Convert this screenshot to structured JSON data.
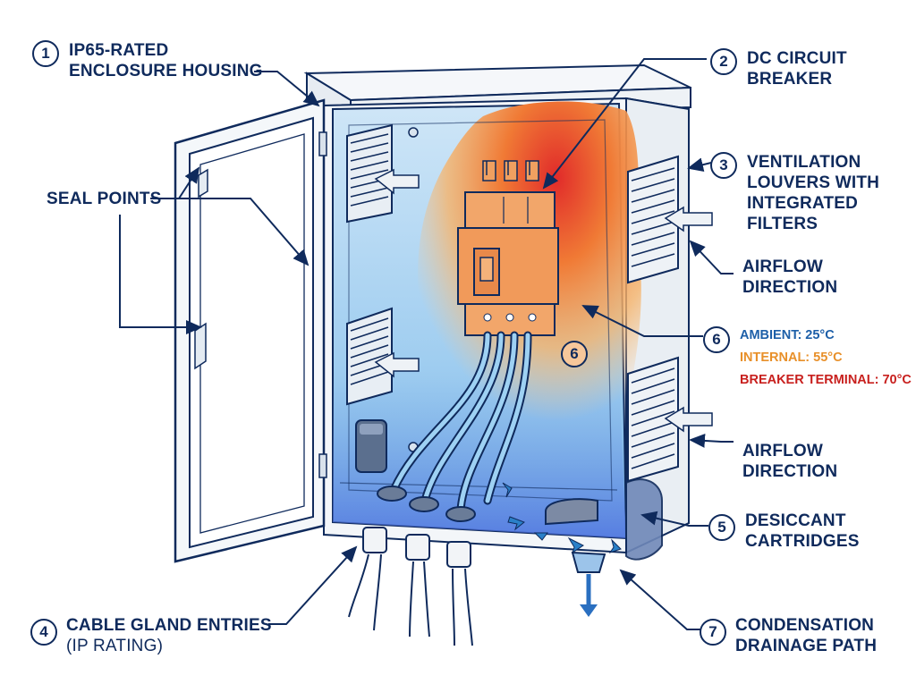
{
  "labels": {
    "housing": {
      "num": "1",
      "line1": "IP65-RATED",
      "line2": "ENCLOSURE HOUSING"
    },
    "breaker": {
      "num": "2",
      "line1": "DC CIRCUIT",
      "line2": "BREAKER"
    },
    "louvers": {
      "num": "3",
      "line1": "VENTILATION",
      "line2": "LOUVERS WITH",
      "line3": "INTEGRATED",
      "line4": "FILTERS"
    },
    "glands": {
      "num": "4",
      "line1": "CABLE GLAND ENTRIES",
      "line2": "(IP RATING)"
    },
    "desiccant": {
      "num": "5",
      "line1": "DESICCANT",
      "line2": "CARTRIDGES"
    },
    "thermal": {
      "num": "6",
      "inner_num": "6"
    },
    "drainage": {
      "num": "7",
      "line1": "CONDENSATION",
      "line2": "DRAINAGE PATH"
    },
    "seal_points": "SEAL POINTS",
    "airflow_top": {
      "line1": "AIRFLOW",
      "line2": "DIRECTION"
    },
    "airflow_bottom": {
      "line1": "AIRFLOW",
      "line2": "DIRECTION"
    }
  },
  "temperatures": [
    {
      "label": "AMBIENT: 25°C",
      "color": "#1d5fa8"
    },
    {
      "label": "INTERNAL: 55°C",
      "color": "#e8902a"
    },
    {
      "label": "BREAKER TERMINAL: 70°C",
      "color": "#c8201e"
    }
  ],
  "colors": {
    "line": "#0f2a5c",
    "cool": "#8fc6ec",
    "hot": "#e5332a",
    "warm": "#f29b3a"
  }
}
